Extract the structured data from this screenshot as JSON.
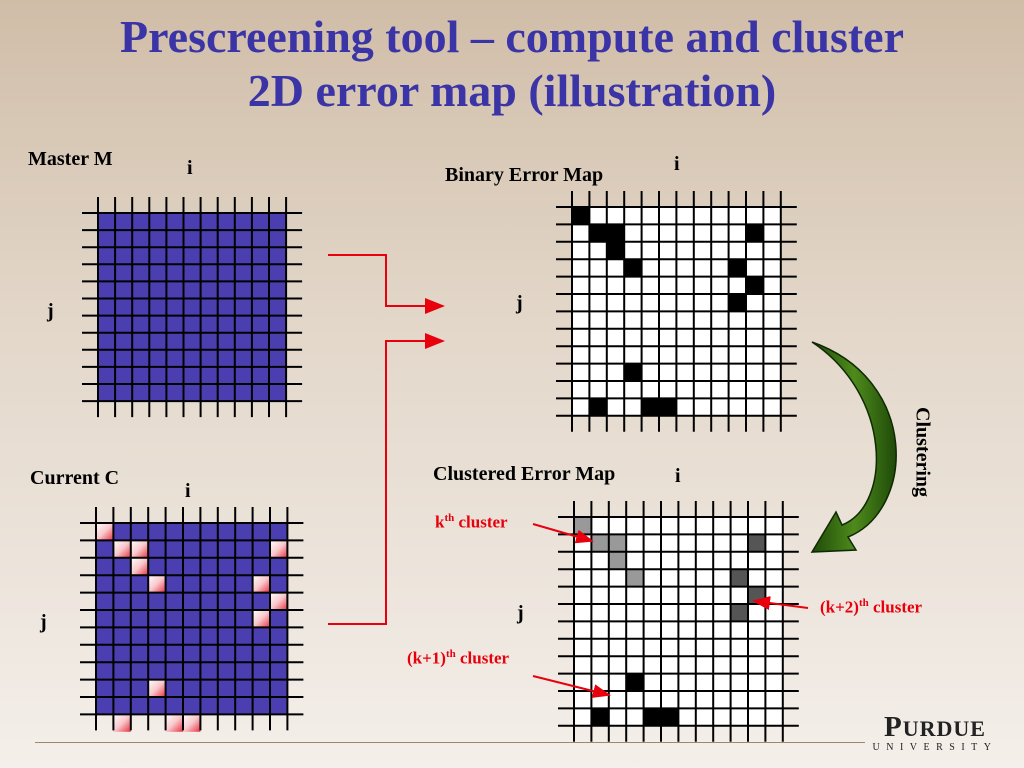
{
  "title_line1": "Prescreening tool – compute and cluster",
  "title_line2": "2D error map (illustration)",
  "master": {
    "label": "Master M",
    "i": "i",
    "j": "j"
  },
  "current": {
    "label": "Current C",
    "i": "i",
    "j": "j",
    "highlighted_cells": [
      [
        0,
        0
      ],
      [
        1,
        1
      ],
      [
        2,
        1
      ],
      [
        2,
        2
      ],
      [
        3,
        3
      ],
      [
        10,
        1
      ],
      [
        9,
        3
      ],
      [
        10,
        4
      ],
      [
        9,
        5
      ],
      [
        3,
        9
      ],
      [
        1,
        11
      ],
      [
        4,
        11
      ],
      [
        5,
        11
      ]
    ]
  },
  "binary_map": {
    "label": "Binary Error Map",
    "i": "i",
    "j": "j",
    "error_cells": [
      [
        0,
        0
      ],
      [
        1,
        1
      ],
      [
        2,
        1
      ],
      [
        2,
        2
      ],
      [
        3,
        3
      ],
      [
        10,
        1
      ],
      [
        9,
        3
      ],
      [
        10,
        4
      ],
      [
        9,
        5
      ],
      [
        3,
        9
      ],
      [
        1,
        11
      ],
      [
        4,
        11
      ],
      [
        5,
        11
      ]
    ]
  },
  "clustered_map": {
    "label": "Clustered Error Map",
    "i": "i",
    "j": "j",
    "cluster_k_cells": [
      [
        0,
        0
      ],
      [
        1,
        1
      ],
      [
        2,
        1
      ],
      [
        2,
        2
      ],
      [
        3,
        3
      ]
    ],
    "cluster_k2_cells": [
      [
        10,
        1
      ],
      [
        9,
        3
      ],
      [
        10,
        4
      ],
      [
        9,
        5
      ]
    ],
    "cluster_k1_cells": [
      [
        3,
        9
      ],
      [
        1,
        11
      ],
      [
        4,
        11
      ],
      [
        5,
        11
      ]
    ]
  },
  "annotations": {
    "k_cluster": {
      "prefix": "k",
      "sup": "th",
      "suffix": " cluster"
    },
    "k1_cluster": {
      "prefix": "(k+1)",
      "sup": "th",
      "suffix": " cluster"
    },
    "k2_cluster": {
      "prefix": "(k+2)",
      "sup": "th",
      "suffix": " cluster"
    }
  },
  "clustering_label": "Clustering",
  "logo": {
    "word_first": "P",
    "word_rest": "URDUE",
    "sub": "UNIVERSITY"
  },
  "colors": {
    "title": "#3b34a6",
    "grid_fill": "#4b3eb0",
    "arrow_red": "#e8000c",
    "cluster_k": "#999999",
    "cluster_k2": "#555555",
    "cluster_k1": "#000000",
    "curved_arrow": "#2e5c0e"
  }
}
